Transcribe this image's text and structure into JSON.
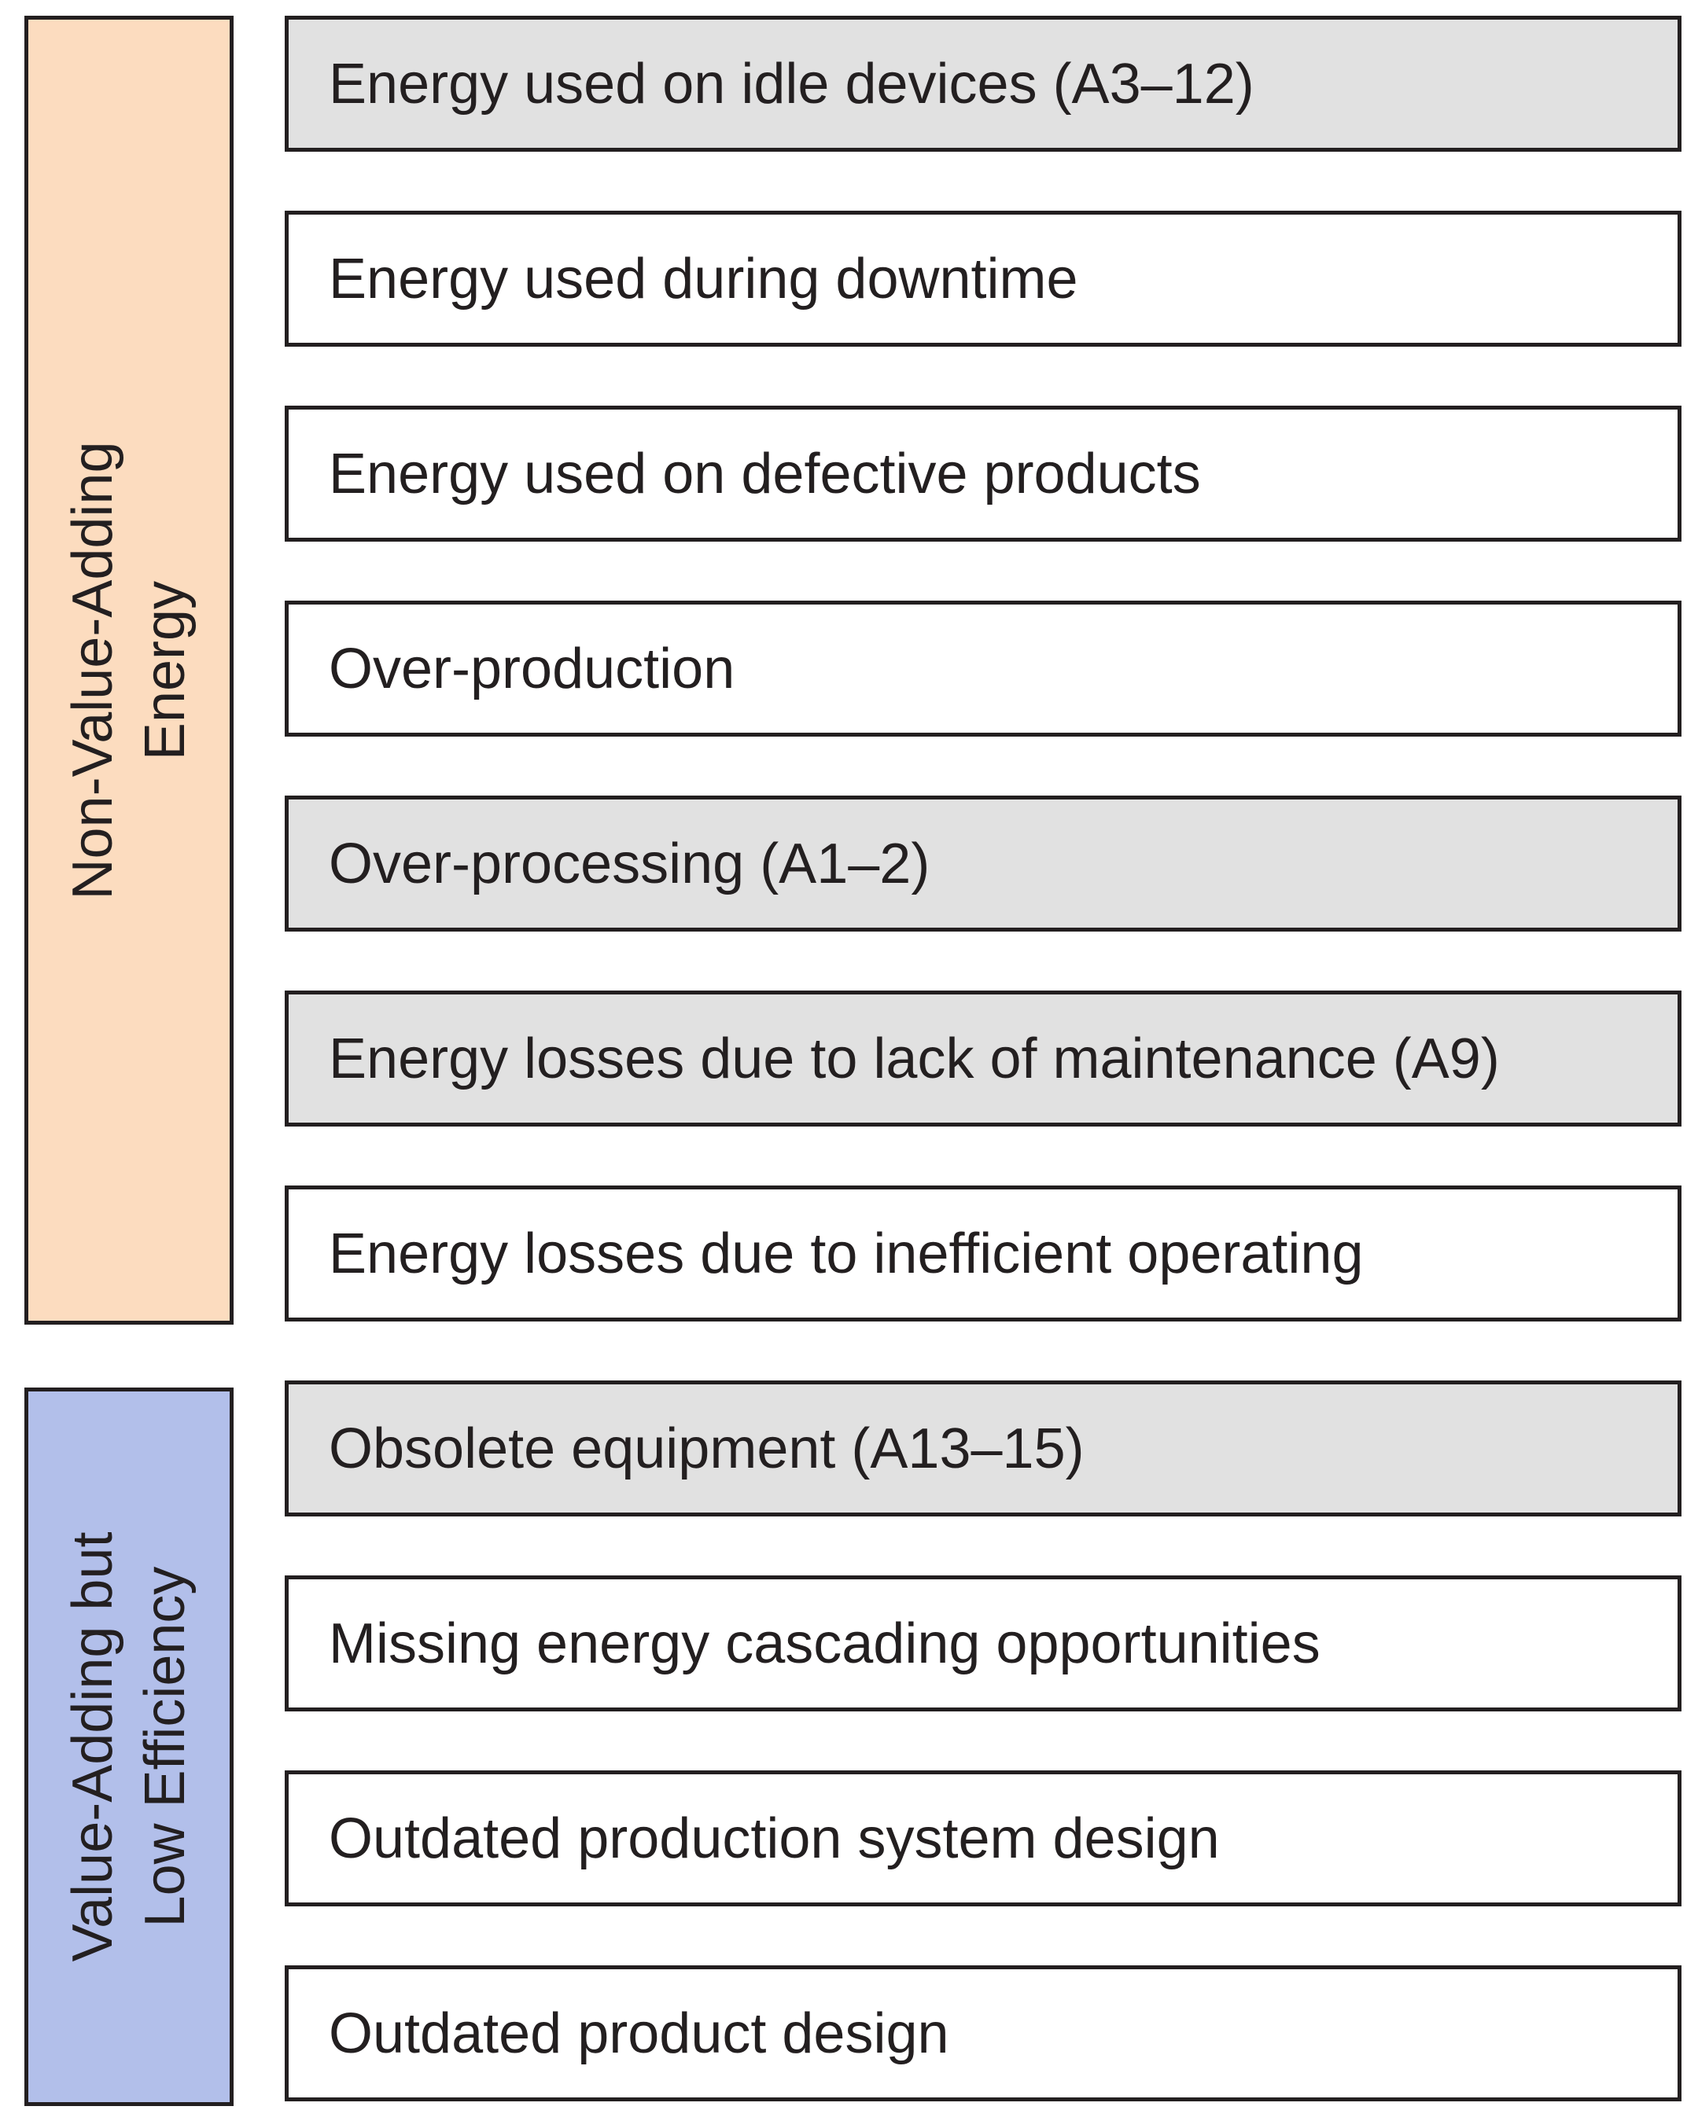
{
  "colors": {
    "group_non_value_adding": "#fcdcbf",
    "group_value_adding_low_efficiency": "#b2bfea",
    "item_highlighted": "#e1e1e1",
    "item_plain": "#ffffff",
    "border": "#231f20"
  },
  "groups": [
    {
      "label": "Non-Value-Adding\nEnergy",
      "items": [
        {
          "text": "Energy used on idle devices (A3–12)",
          "highlighted": true
        },
        {
          "text": "Energy used during downtime",
          "highlighted": false
        },
        {
          "text": "Energy used on defective products",
          "highlighted": false
        },
        {
          "text": "Over-production",
          "highlighted": false
        },
        {
          "text": "Over-processing (A1–2)",
          "highlighted": true
        },
        {
          "text": "Energy losses due to lack of maintenance (A9)",
          "highlighted": true
        },
        {
          "text": "Energy losses due to inefficient operating",
          "highlighted": false
        }
      ]
    },
    {
      "label": "Value-Adding but\nLow Efficiency",
      "items": [
        {
          "text": "Obsolete equipment (A13–15)",
          "highlighted": true
        },
        {
          "text": "Missing energy cascading opportunities",
          "highlighted": false
        },
        {
          "text": "Outdated production system design",
          "highlighted": false
        },
        {
          "text": "Outdated product design",
          "highlighted": false
        }
      ]
    }
  ]
}
